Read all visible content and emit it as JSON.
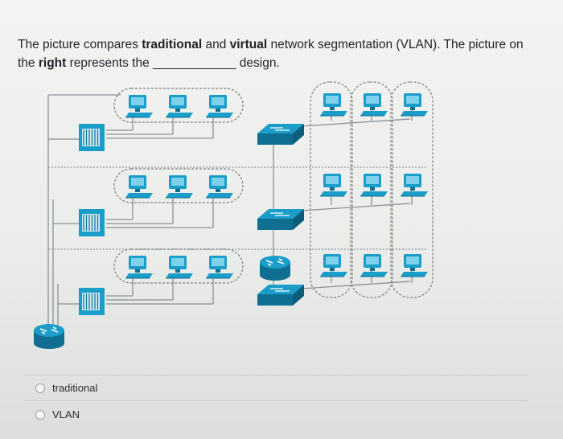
{
  "question": {
    "part1": "The picture compares ",
    "bold1": "traditional",
    "part2": " and ",
    "bold2": "virtual",
    "part3": " network segmentation (VLAN).  The picture on the ",
    "bold3": "right",
    "part4": " represents the ",
    "blank": "____________",
    "part5": " design."
  },
  "figure": {
    "left": {
      "groups": 3,
      "computers_per_group": 3,
      "devices": [
        "switch",
        "switch",
        "switch",
        "router"
      ]
    },
    "right": {
      "groups": 3,
      "computers_per_group": 3,
      "devices": [
        "switch",
        "switch",
        "router",
        "switch"
      ]
    },
    "colors": {
      "device": "#1a9dc9",
      "device_dark": "#0f6f93",
      "screen": "#7fd0ea",
      "cable": "#8b9093",
      "group_outline": "#7a7f82"
    }
  },
  "options": [
    {
      "label": "traditional",
      "selected": false
    },
    {
      "label": "VLAN",
      "selected": false
    }
  ]
}
